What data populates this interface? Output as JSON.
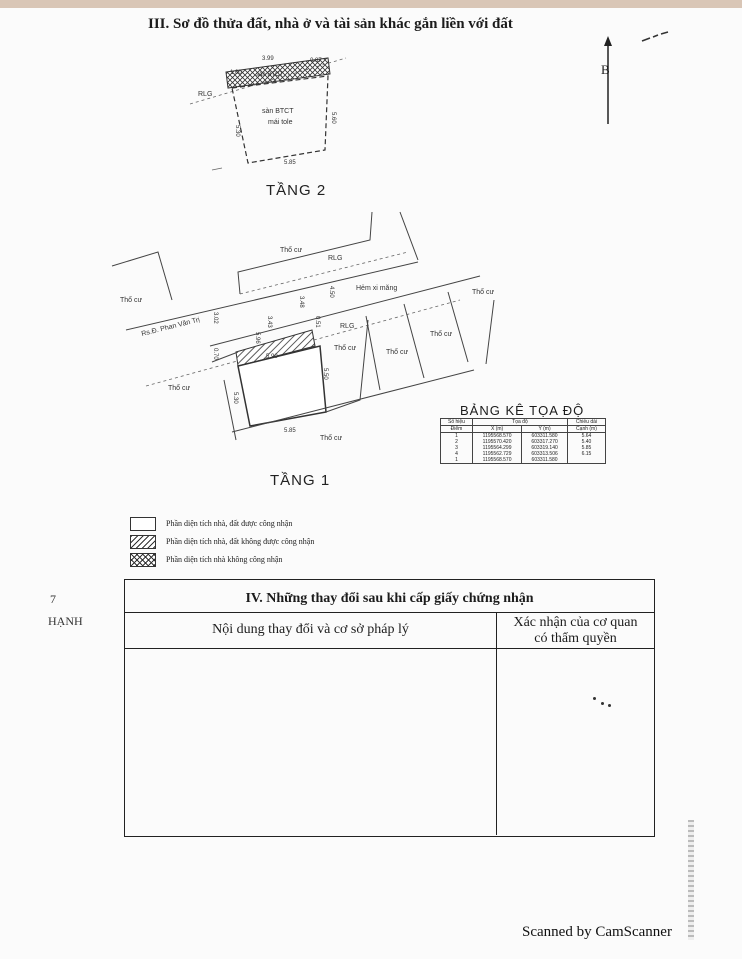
{
  "section3": {
    "title": "III. Sơ đồ thửa đất, nhà ở và tài sản khác gắn liền với đất"
  },
  "north": {
    "label": "B"
  },
  "floor2": {
    "title": "TẦNG 2",
    "slab_label": "sàn BTCT",
    "roof_label": "mái tole",
    "rlg": "RLG",
    "dim_top": "3.99",
    "dim_corner": "1.00",
    "dim_corner_r": "0.87",
    "dim_right": "5.60",
    "dim_left": "5.30",
    "dim_bottom": "5.85",
    "balcony_label": "sàn BTCT"
  },
  "floor1": {
    "title": "TẦNG 1",
    "neighbor_label": "Thổ cư",
    "rlg": "RLG",
    "alley_label": "Hẻm xi măng",
    "road_label": "Rs.Đ. Phan Văn Trị",
    "dim_front": "5.96",
    "dim_front_b": "5.90",
    "dim_right": "5.50",
    "dim_left": "5.30",
    "dim_bottom": "5.85",
    "dim_alley_a": "3.48",
    "dim_alley_b": "4.50",
    "dim_alley_c": "3.02",
    "dim_alley_d": "3.43",
    "dim_side": "0.51",
    "dim_side_b": "0.70"
  },
  "coord_table": {
    "title": "BẢNG KÊ TỌA ĐỘ",
    "h_point": "Số hiệu",
    "h_coord": "Tọa độ",
    "h_edge": "Chiều dài",
    "h_point2": "Điểm",
    "h_x": "X (m)",
    "h_y": "Y (m)",
    "h_edge2": "Cạnh (m)",
    "rows": [
      {
        "pt": "1",
        "x": "1195568.570",
        "y": "603311.580",
        "len": "5.64"
      },
      {
        "pt": "2",
        "x": "1195570.420",
        "y": "603317.270",
        "len": "5.40"
      },
      {
        "pt": "3",
        "x": "1195564.299",
        "y": "603319.140",
        "len": "5.85"
      },
      {
        "pt": "4",
        "x": "1195562.729",
        "y": "603313.506",
        "len": "6.15"
      },
      {
        "pt": "1",
        "x": "1195568.570",
        "y": "603311.580",
        "len": ""
      }
    ]
  },
  "legend": [
    {
      "text": "Phần diện tích nhà, đất được công nhận"
    },
    {
      "text": "Phần diện tích nhà, đất không được công nhận"
    },
    {
      "text": "Phần diện tích nhà không công nhận"
    }
  ],
  "margin": {
    "num": "7",
    "text": "HẠNH"
  },
  "section4": {
    "title": "IV. Những thay đổi sau khi cấp giấy chứng nhận",
    "col_content": "Nội dung thay đổi và cơ sở pháp lý",
    "col_confirm_1": "Xác nhận của cơ quan",
    "col_confirm_2": "có thẩm quyền"
  },
  "footer": {
    "scanner": "Scanned by CamScanner"
  }
}
